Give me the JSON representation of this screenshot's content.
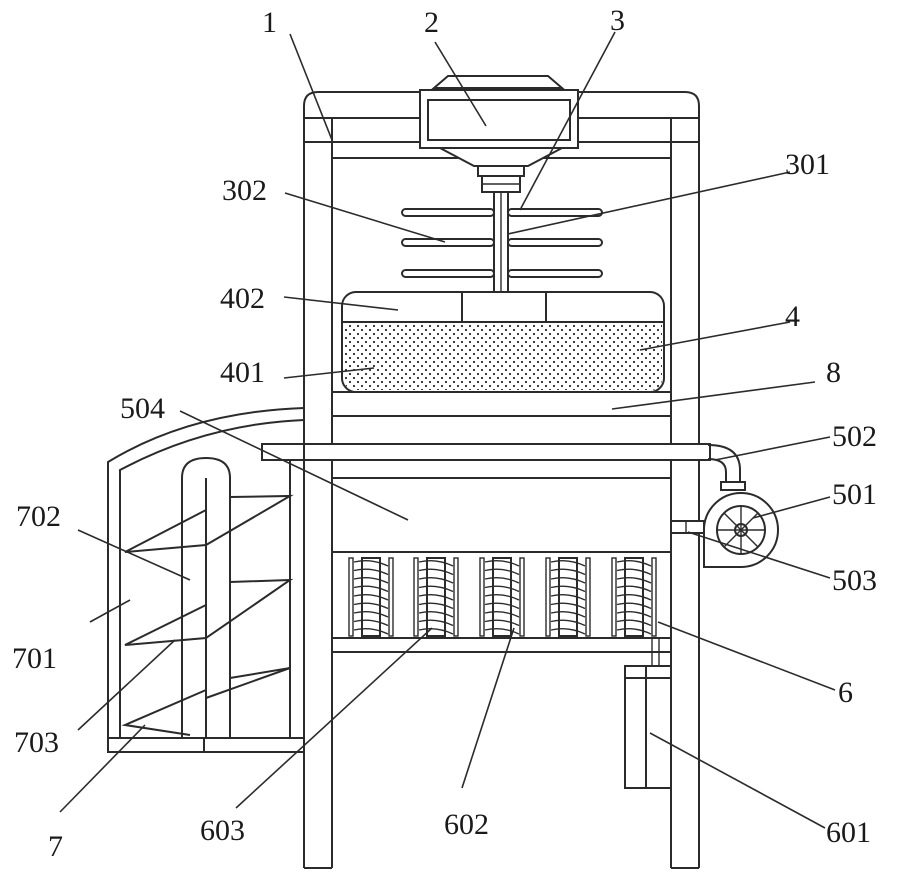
{
  "labels": {
    "l1": "1",
    "l2": "2",
    "l3": "3",
    "l301": "301",
    "l302": "302",
    "l4": "4",
    "l401": "401",
    "l402": "402",
    "l8": "8",
    "l501": "501",
    "l502": "502",
    "l503": "503",
    "l504": "504",
    "l6": "6",
    "l601": "601",
    "l602": "602",
    "l603": "603",
    "l7": "7",
    "l701": "701",
    "l702": "702",
    "l703": "703"
  },
  "colors": {
    "line": "#2b2b2b",
    "background": "#ffffff",
    "text": "#1a1a1a"
  }
}
